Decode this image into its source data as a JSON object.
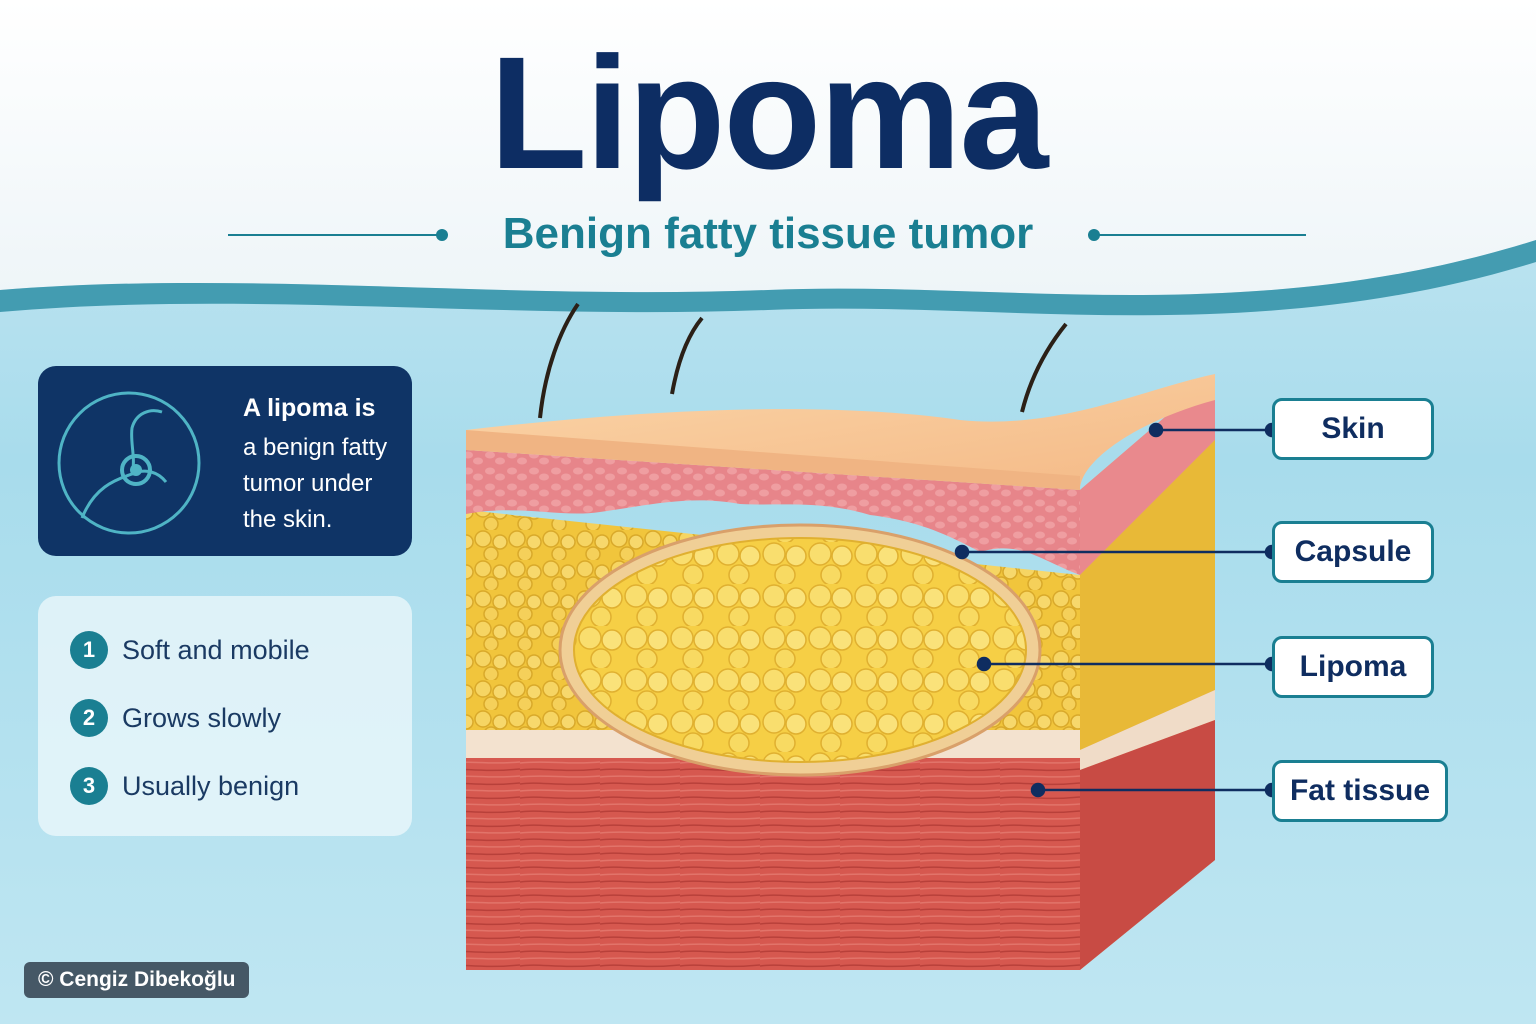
{
  "header": {
    "title": "Lipoma",
    "subtitle": "Benign fatty tissue tumor"
  },
  "info_card": {
    "icon": "shoulder-target-icon",
    "heading": "A lipoma is",
    "body": "a benign fatty tumor under the skin."
  },
  "features": [
    {
      "number": "1",
      "text": "Soft and mobile"
    },
    {
      "number": "2",
      "text": "Grows slowly"
    },
    {
      "number": "3",
      "text": "Usually benign"
    }
  ],
  "labels": [
    "Skin",
    "Capsule",
    "Lipoma",
    "Fat tissue"
  ],
  "credit": "© Cengiz Dibekoğlu",
  "colors": {
    "title": "#0d2d63",
    "accent": "#1a7f92",
    "card": "#0f3466",
    "skin": "#f6c28f",
    "dermis": "#e98a8a",
    "fat": "#f3c93f",
    "muscle": "#d95a50"
  }
}
